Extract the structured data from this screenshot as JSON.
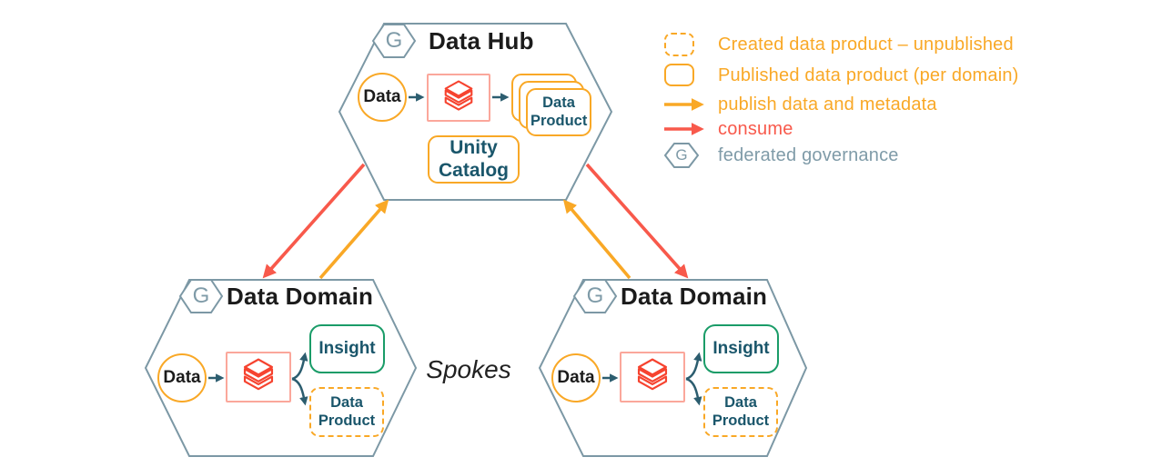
{
  "hub": {
    "badge_letter": "G",
    "title": "Data Hub",
    "data_circle": "Data",
    "data_product": "Data Product",
    "unity_catalog": "Unity Catalog"
  },
  "domains": [
    {
      "badge_letter": "G",
      "title": "Data Domain",
      "data_circle": "Data",
      "insight": "Insight",
      "data_product": "Data Product"
    },
    {
      "badge_letter": "G",
      "title": "Data Domain",
      "data_circle": "Data",
      "insight": "Insight",
      "data_product": "Data Product"
    }
  ],
  "spokes_label": "Spokes",
  "legend": {
    "governance_letter": "G",
    "items": [
      {
        "swatch": "dashed-rect-icon",
        "label": "Created data product – unpublished"
      },
      {
        "swatch": "solid-rect-icon",
        "label": "Published data product (per domain)"
      },
      {
        "swatch": "publish-arrow-icon",
        "label": "publish data and metadata"
      },
      {
        "swatch": "consume-arrow-icon",
        "label": "consume"
      },
      {
        "swatch": "governance-hexagon-icon",
        "label": "federated governance"
      }
    ]
  },
  "icons": {
    "databricks_logo": "databricks-stacked-layers",
    "governance_badge": "hexagon-with-g"
  },
  "colors": {
    "accent_yellow": "#F9A826",
    "accent_red": "#F8594B",
    "hexagon_slate": "#7C98A5",
    "teal_text": "#1A566B",
    "insight_green": "#1A9C68",
    "databricks_red": "#F6432F"
  }
}
